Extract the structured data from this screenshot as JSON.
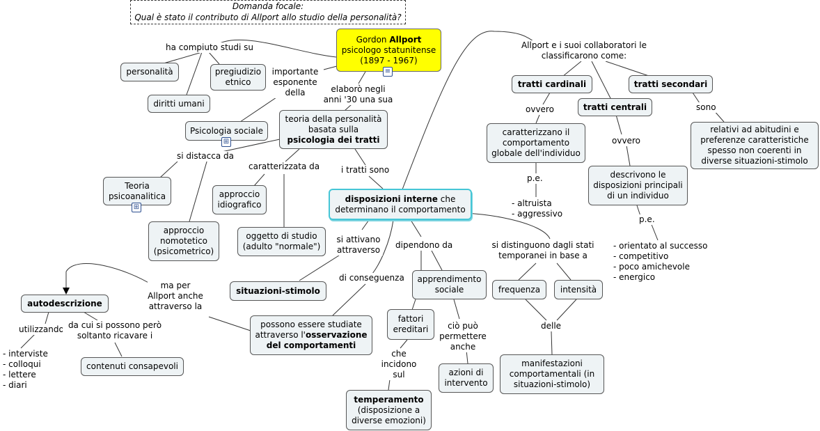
{
  "focus": {
    "title": "Domanda focale:",
    "question": "Qual è stato il contributo di Allport allo studio della personalità?"
  },
  "nodes": {
    "allport": {
      "pre": "Gordon ",
      "bold": "Allport",
      "line2": "psicologo statunitense",
      "line3": "(1897 - 1967)"
    },
    "personalita": "personalità",
    "pregiudizio": "pregiudizio etnico",
    "diritti": "diritti umani",
    "psicologia_sociale": "Psicologia sociale",
    "teoria_psico": "Teoria psicoanalitica",
    "teoria_pers": {
      "l1": "teoria della personalità",
      "l2": "basata sulla",
      "bold": "psicologia dei tratti"
    },
    "idiografico": "approccio idiografico",
    "nomotetico": "approccio nomotetico (psicometrico)",
    "oggetto": "oggetto di studio (adulto \"normale\")",
    "disposizioni": {
      "bold": "disposizioni interne",
      "rest": " che",
      "l2": "determinano il comportamento"
    },
    "situazioni": "situazioni-stimolo",
    "autodescrizione": "autodescrizione",
    "contenuti": "contenuti consapevoli",
    "osservazione": {
      "l1": "possono essere studiate",
      "l2": "attraverso l'",
      "b2": "osservazione",
      "b3": "del comportamenti"
    },
    "apprendimento": "apprendimento sociale",
    "fattori": "fattori ereditari",
    "azioni": "azioni di intervento",
    "temperamento": {
      "bold": "temperamento",
      "rest": "(disposizione a diverse emozioni)"
    },
    "frequenza": "frequenza",
    "intensita": "intensità",
    "manifestazioni": "manifestazioni comportamentali (in situazioni-stimolo)",
    "cardinali": "tratti cardinali",
    "centrali": "tratti centrali",
    "secondari": "tratti secondari",
    "caratterizzano": "caratterizzano il comportamento globale dell'individuo",
    "descrivono": "descrivono le disposizioni principali di un individuo",
    "relativi": "relativi ad abitudini e preferenze caratteristiche spesso non coerenti in diverse situazioni-stimolo"
  },
  "links": {
    "ha_compiuto": "ha compiuto studi su",
    "importante": "importante esponente della",
    "elaboro": "elaborò negli anni '30 una sua",
    "si_distacca": "si distacca da",
    "caratterizzata": "caratterizzata da",
    "i_tratti": "i tratti sono",
    "si_attivano": "si attivano attraverso",
    "di_conseguenza": "di conseguenza",
    "dipendono": "dipendono da",
    "si_distinguono": "si distinguono dagli stati temporanei in base a",
    "ma_per": "ma per Allport anche attraverso la",
    "utilizzando": "utilizzando",
    "da_cui": "da cui si possono però soltanto ricavare i",
    "che_incidono": "che incidono sul",
    "cio_puo": "ciò può permettere anche",
    "delle": "delle",
    "allport_collab": "Allport e i suoi collaboratori le classificarono come:",
    "ovvero1": "ovvero",
    "ovvero2": "ovvero",
    "sono": "sono",
    "pe1": "p.e.",
    "pe2": "p.e."
  },
  "lists": {
    "interviste": [
      "- interviste",
      "- colloqui",
      "- lettere",
      "- diari"
    ],
    "altruista": [
      "- altruista",
      "- aggressivo"
    ],
    "orientato": [
      "- orientato al successo",
      "- competitivo",
      "- poco amichevole",
      "- energico"
    ]
  }
}
